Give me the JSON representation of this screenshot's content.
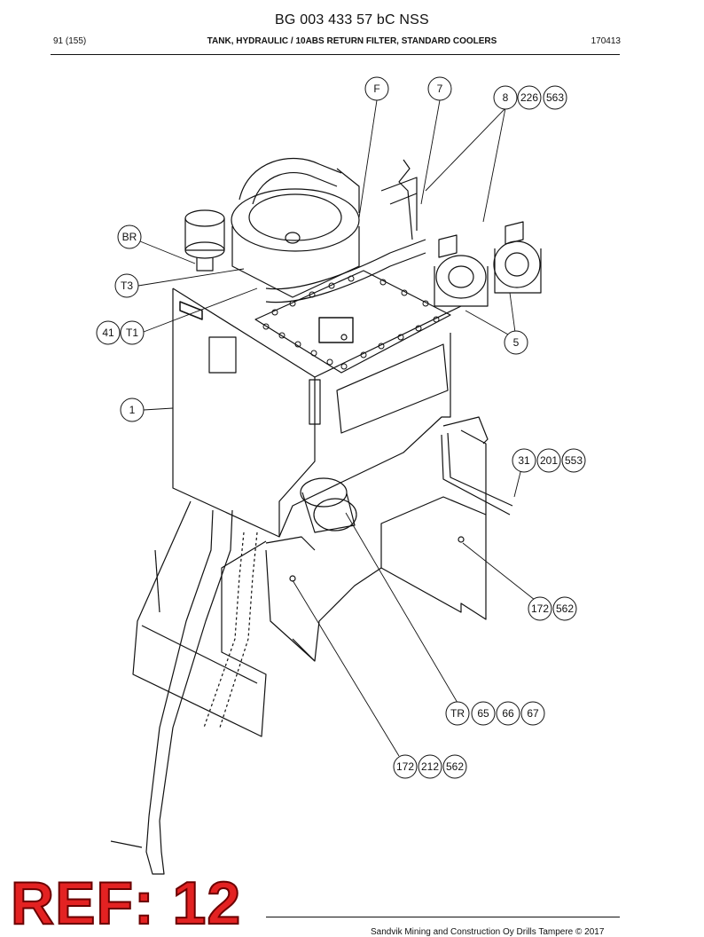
{
  "header": {
    "doc_title": "BG 003 433 57 bC NSS",
    "page_ref": "91 (155)",
    "section_title": "TANK, HYDRAULIC / 10ABS RETURN FILTER, STANDARD COOLERS",
    "doc_code": "170413"
  },
  "callouts": {
    "f": "F",
    "c7": "7",
    "c8": "8",
    "c226": "226",
    "c563": "563",
    "br": "BR",
    "t3": "T3",
    "c41": "41",
    "t1": "T1",
    "c5": "5",
    "c1": "1",
    "c31": "31",
    "c201": "201",
    "c553": "553",
    "c172a": "172",
    "c562a": "562",
    "tr": "TR",
    "c65": "65",
    "c66": "66",
    "c67": "67",
    "c172b": "172",
    "c212": "212",
    "c562b": "562"
  },
  "stamp": {
    "ref_label": "REF: 12"
  },
  "footer": {
    "copyright": "Sandvik Mining and Construction Oy Drills Tampere © 2017"
  }
}
